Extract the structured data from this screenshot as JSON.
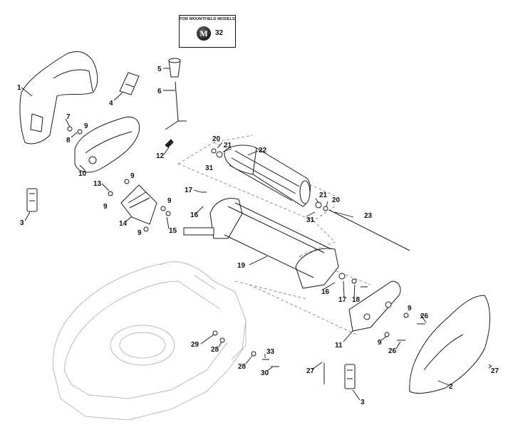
{
  "callout": {
    "title": "FOR MOUNTFIELD MODELS",
    "logo_letter": "M",
    "part_number": "32"
  },
  "labels": {
    "p1": "1",
    "p2": "2",
    "p3a": "3",
    "p3b": "3",
    "p4": "4",
    "p5": "5",
    "p6": "6",
    "p7": "7",
    "p8": "8",
    "p9a": "9",
    "p9b": "9",
    "p9c": "9",
    "p9d": "9",
    "p9e": "9",
    "p9f": "9",
    "p9g": "9",
    "p10": "10",
    "p11": "11",
    "p12": "12",
    "p13": "13",
    "p14": "14",
    "p15": "15",
    "p16a": "16",
    "p16b": "16",
    "p17a": "17",
    "p17b": "17",
    "p18": "18",
    "p19": "19",
    "p20a": "20",
    "p20b": "20",
    "p21a": "21",
    "p21b": "21",
    "p22": "22",
    "p23": "23",
    "p26a": "26",
    "p26b": "26",
    "p27a": "27",
    "p27b": "27",
    "p28a": "28",
    "p28b": "28",
    "p29": "29",
    "p30": "30",
    "p31a": "31",
    "p31b": "31",
    "p33": "33"
  }
}
